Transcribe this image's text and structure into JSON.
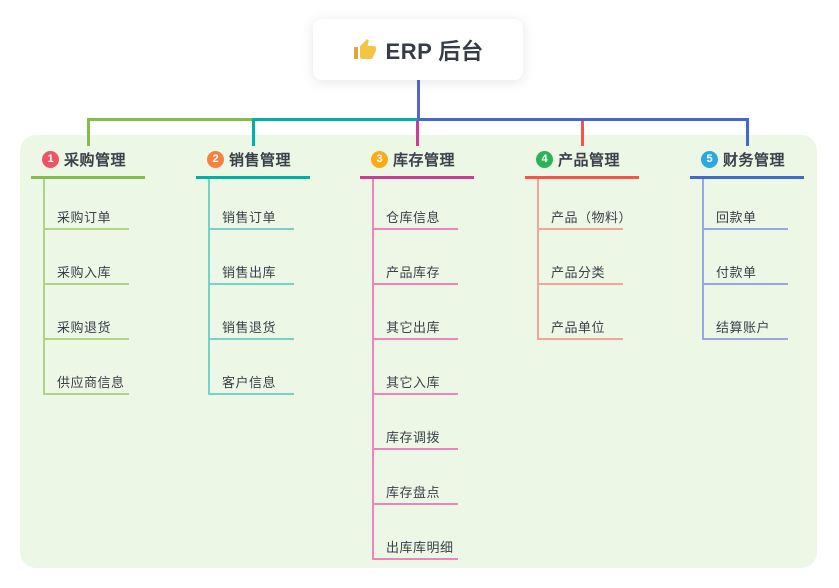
{
  "app": {
    "canvas_color": "#ffffff",
    "panel_color": "#ecf7e6",
    "text_color": "#3b4148",
    "root_line_color": "#5766c9"
  },
  "root": {
    "icon": "thumbs-up-icon",
    "label": "ERP 后台"
  },
  "branches": [
    {
      "number": "1",
      "title": "采购管理",
      "badge_color": "#ec5565",
      "line_color": "#84bd4e",
      "child_line_color": "#add584",
      "children": [
        "采购订单",
        "采购入库",
        "采购退货",
        "供应商信息"
      ]
    },
    {
      "number": "2",
      "title": "销售管理",
      "badge_color": "#f5833f",
      "line_color": "#00b2a5",
      "child_line_color": "#79d2c8",
      "children": [
        "销售订单",
        "销售出库",
        "销售退货",
        "客户信息"
      ]
    },
    {
      "number": "3",
      "title": "库存管理",
      "badge_color": "#fbab19",
      "line_color": "#cd3c96",
      "child_line_color": "#f083bd",
      "children": [
        "仓库信息",
        "产品库存",
        "其它出库",
        "其它入库",
        "库存调拨",
        "库存盘点",
        "出库库明细"
      ]
    },
    {
      "number": "4",
      "title": "产品管理",
      "badge_color": "#2fb257",
      "line_color": "#f4544c",
      "child_line_color": "#f8a29c",
      "children": [
        "产品（物料）",
        "产品分类",
        "产品单位"
      ]
    },
    {
      "number": "5",
      "title": "财务管理",
      "badge_color": "#2ca8e0",
      "line_color": "#4468d1",
      "child_line_color": "#94a9e2",
      "children": [
        "回款单",
        "付款单",
        "结算账户"
      ]
    }
  ]
}
